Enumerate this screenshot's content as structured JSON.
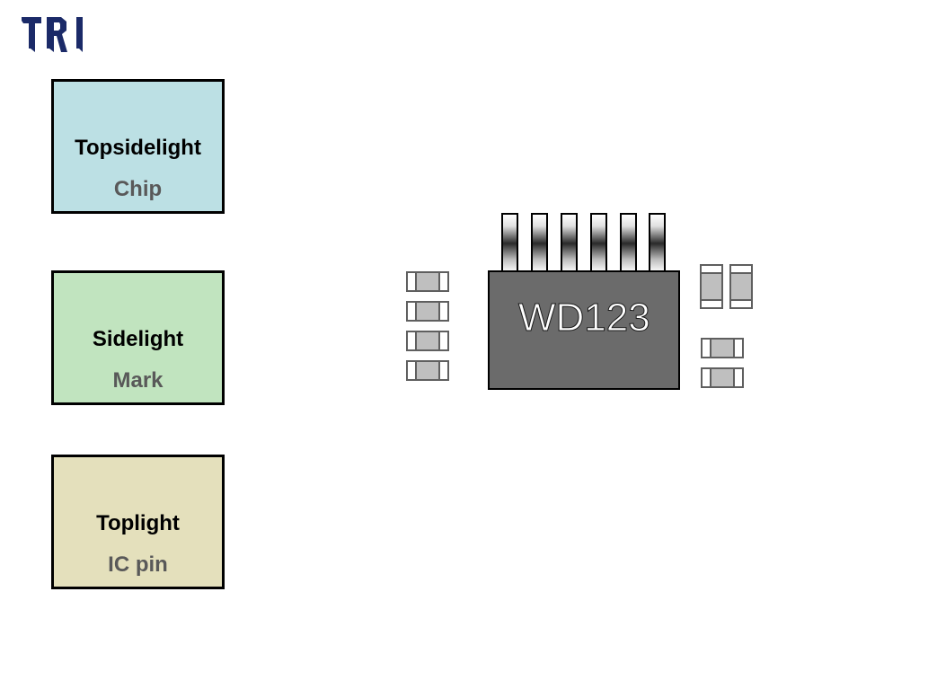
{
  "logo": {
    "text": "TRI",
    "color": "#1b2a68"
  },
  "lighting_modes": [
    {
      "title": "Topsidelight",
      "target": "Chip",
      "color": "#bce0e4"
    },
    {
      "title": "Sidelight",
      "target": "Mark",
      "color": "#c1e4bf"
    },
    {
      "title": "Toplight",
      "target": "IC pin",
      "color": "#e4e0bc"
    }
  ],
  "board": {
    "ic": {
      "label": "WD123",
      "pin_count": 6,
      "body_color": "#6b6b6b"
    },
    "left_capacitors": {
      "count": 4,
      "orientation": "horizontal"
    },
    "right_capacitors_vertical": {
      "count": 2,
      "orientation": "vertical"
    },
    "right_capacitors_horizontal": {
      "count": 2,
      "orientation": "horizontal"
    },
    "capacitor_colors": {
      "body": "#bfbfbf",
      "terminal": "#ffffff",
      "outline": "#5f5f5f"
    }
  }
}
